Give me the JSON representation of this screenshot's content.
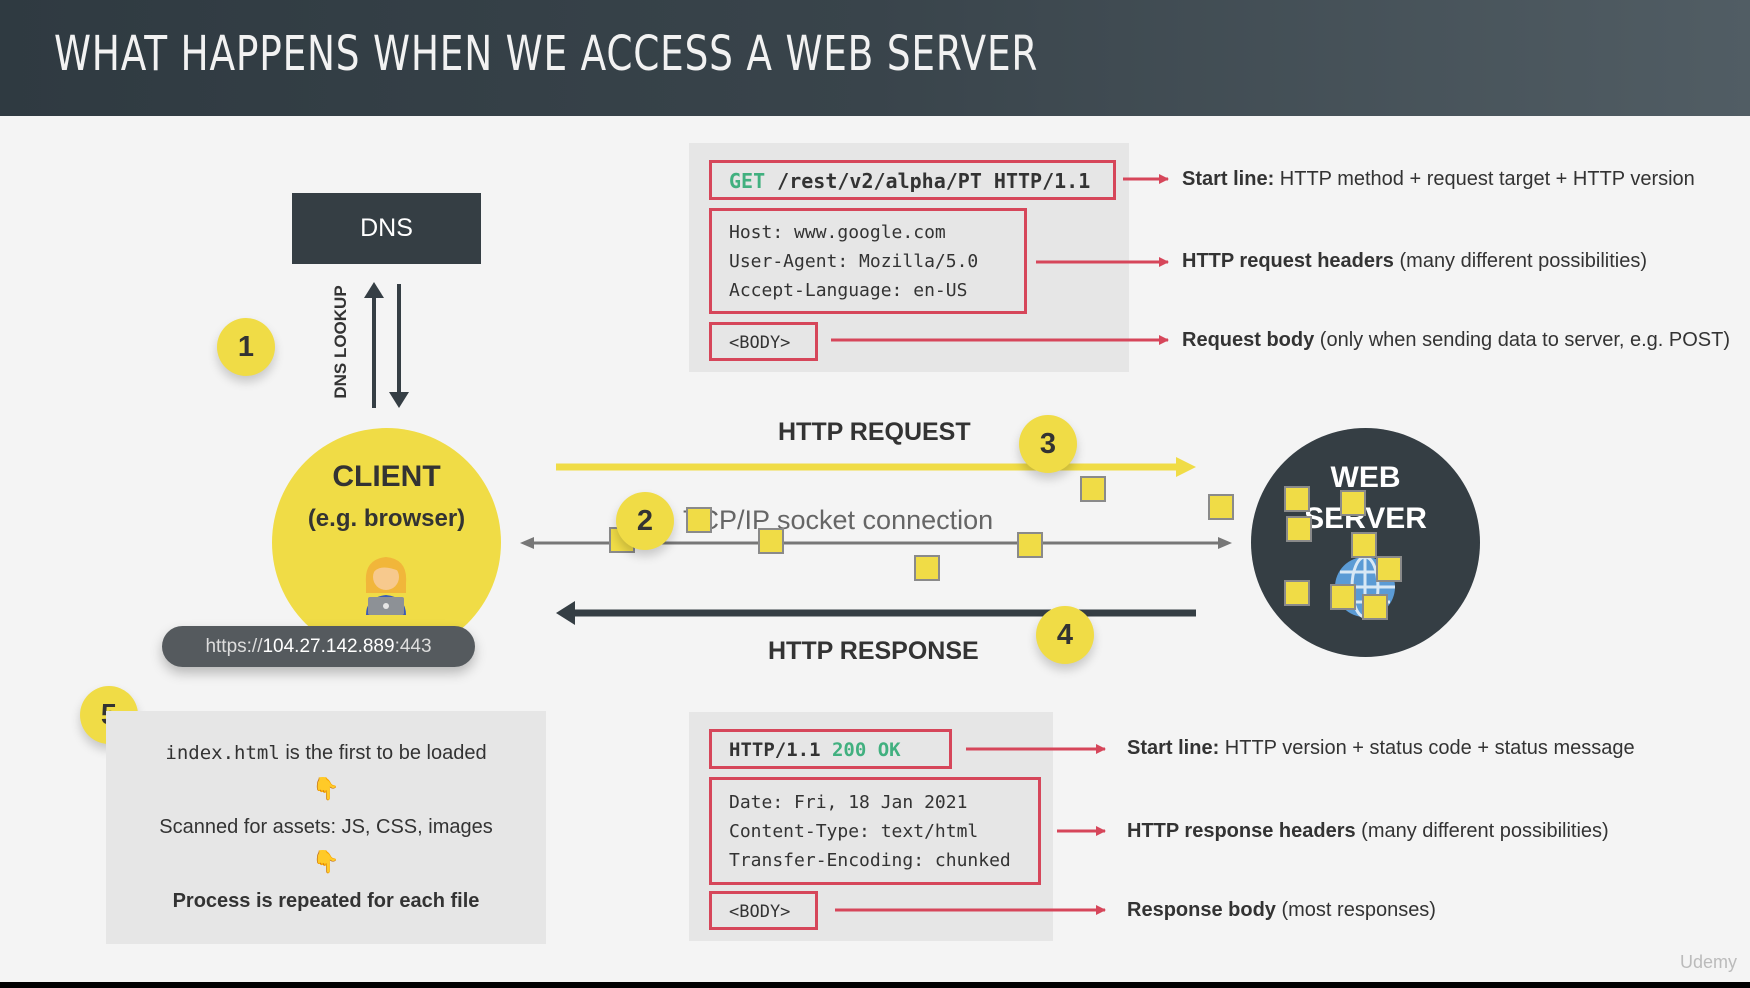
{
  "title": "WHAT HAPPENS WHEN WE ACCESS A WEB SERVER",
  "dns": {
    "label": "DNS",
    "lookup_label": "DNS LOOKUP"
  },
  "steps": [
    "1",
    "2",
    "3",
    "4",
    "5"
  ],
  "client": {
    "title": "CLIENT",
    "subtitle": "(e.g. browser)",
    "icon": "person-with-laptop-icon"
  },
  "url": {
    "scheme": "https://",
    "ip": "104.27.142.889",
    "port": ":443"
  },
  "server": {
    "line1": "WEB",
    "line2": "SERVER",
    "icon": "globe-icon"
  },
  "http_request_label": "HTTP REQUEST",
  "tcp_label": "TCP/IP socket connection",
  "http_response_label": "HTTP RESPONSE",
  "request": {
    "method": "GET",
    "target_version": " /rest/v2/alpha/PT HTTP/1.1",
    "headers": [
      "Host: www.google.com",
      "User-Agent: Mozilla/5.0",
      "Accept-Language: en-US"
    ],
    "body": "<BODY>",
    "notes": {
      "start_bold": "Start line:",
      "start_text": " HTTP method + request target + HTTP version",
      "headers_bold": "HTTP request headers",
      "headers_text": " (many different possibilities)",
      "body_bold": "Request body",
      "body_text": " (only when sending data to server, e.g. POST)"
    }
  },
  "response": {
    "version": "HTTP/1.1 ",
    "status": "200 OK",
    "headers": [
      "Date: Fri, 18 Jan 2021",
      "Content-Type: text/html",
      "Transfer-Encoding: chunked"
    ],
    "body": "<BODY>",
    "notes": {
      "start_bold": "Start line:",
      "start_text": " HTTP version + status code + status message",
      "headers_bold": "HTTP response headers",
      "headers_text": " (many different possibilities)",
      "body_bold": "Response body",
      "body_text": " (most responses)"
    }
  },
  "step5": {
    "code": "index.html",
    "line1_rest": " is the first to be loaded",
    "line2": "Scanned for assets: JS, CSS, images",
    "line3": "Process is repeated for each file",
    "pointer_icon": "👇"
  },
  "watermark": "Udemy",
  "colors": {
    "yellow": "#f0dc46",
    "dark": "#353e44",
    "red": "#d6465a",
    "green": "#41b07f"
  }
}
